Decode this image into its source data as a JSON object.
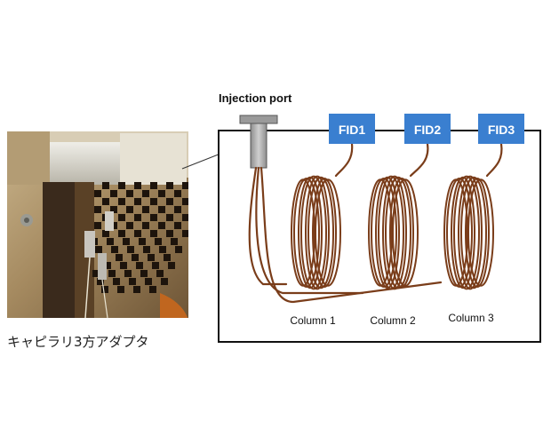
{
  "photo": {
    "caption": "キャピラリ3方アダプタ"
  },
  "diagram": {
    "injection_port_label": "Injection port",
    "detectors": [
      {
        "label": "FID1"
      },
      {
        "label": "FID2"
      },
      {
        "label": "FID3"
      }
    ],
    "columns": [
      {
        "label": "Column 1"
      },
      {
        "label": "Column 2"
      },
      {
        "label": "Column 3"
      }
    ]
  },
  "colors": {
    "capillary": "#7a3d1a",
    "fid_fill": "#3a7fd0",
    "frame": "#111111",
    "port_fill": "#a9a9a9"
  }
}
